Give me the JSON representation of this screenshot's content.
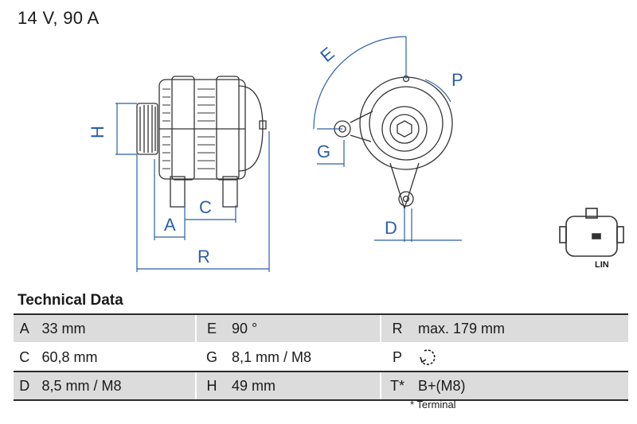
{
  "header": {
    "title": "14 V, 90 A"
  },
  "drawing": {
    "labels": {
      "H": "H",
      "A": "A",
      "C": "C",
      "R": "R",
      "E": "E",
      "P": "P",
      "G": "G",
      "D": "D"
    },
    "connector_label": "LIN",
    "line_color": "#2c5fa8"
  },
  "tech": {
    "heading": "Technical Data",
    "rows": [
      [
        {
          "key": "A",
          "value": "33 mm"
        },
        {
          "key": "E",
          "value": "90 °"
        },
        {
          "key": "R",
          "value": "max. 179 mm"
        }
      ],
      [
        {
          "key": "C",
          "value": "60,8 mm"
        },
        {
          "key": "G",
          "value": "8,1 mm / M8"
        },
        {
          "key": "P",
          "value": ""
        }
      ],
      [
        {
          "key": "D",
          "value": "8,5 mm / M8"
        },
        {
          "key": "H",
          "value": "49 mm"
        },
        {
          "key": "T*",
          "value": "B+(M8)"
        }
      ]
    ],
    "footnote": "* Terminal"
  }
}
